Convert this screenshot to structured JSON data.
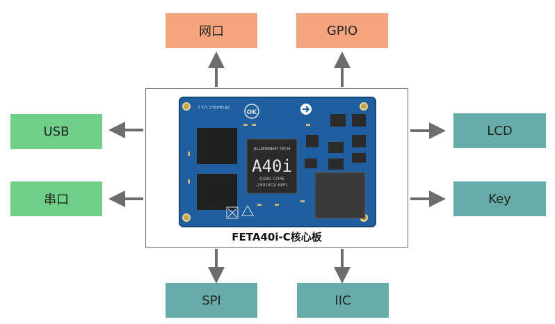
{
  "center": {
    "caption": "FETA40i-C核心板",
    "board": {
      "chip_brand": "ALLWINNER TECH",
      "chip_model": "A40i",
      "chip_sub": "QUAD CORE",
      "chip_code": "-29916CA 68P1",
      "silk_title": "FETA40I-C V1.1",
      "logo": "OK",
      "pcb_color": "#1f5fa0"
    }
  },
  "top": [
    {
      "label": "网口"
    },
    {
      "label": "GPIO"
    }
  ],
  "left": [
    {
      "label": "USB"
    },
    {
      "label": "串口"
    }
  ],
  "right": [
    {
      "label": "LCD"
    },
    {
      "label": "Key"
    }
  ],
  "bottom": [
    {
      "label": "SPI"
    },
    {
      "label": "IIC"
    }
  ],
  "colors": {
    "orange": "#f4a57e",
    "green": "#6fcf86",
    "teal": "#66ada9",
    "arrow": "#6d6d6d"
  }
}
